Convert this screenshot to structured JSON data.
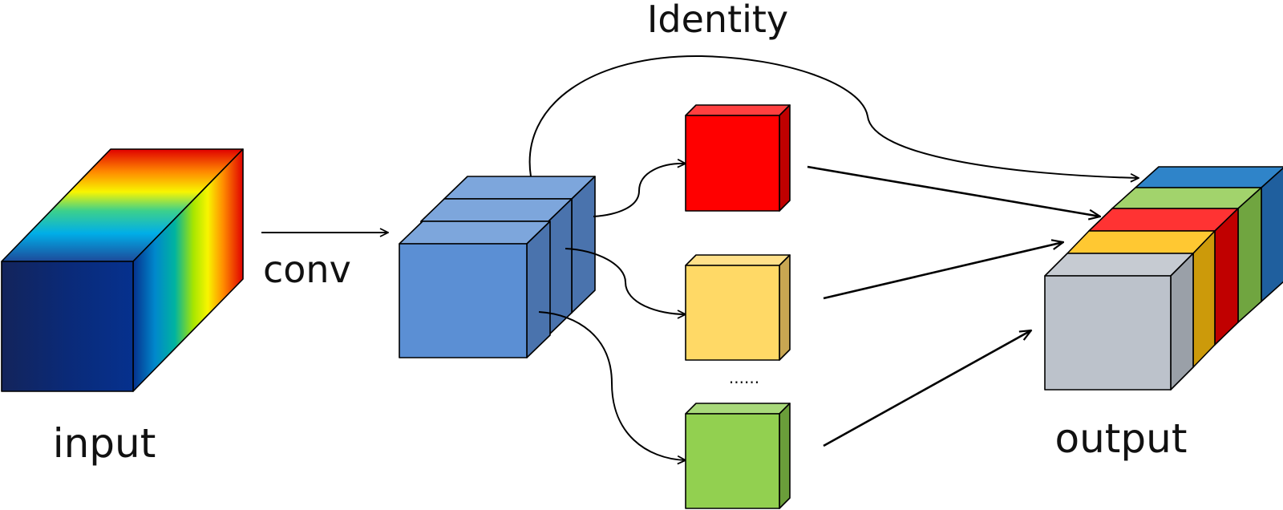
{
  "labels": {
    "input": "input",
    "conv": "conv",
    "identity": "Identity",
    "output": "output",
    "ellipsis": "......"
  },
  "colors": {
    "input_gradient": [
      "#13245b",
      "#06318e",
      "#00a8e1",
      "#f8f500",
      "#e00000"
    ],
    "conv_front": "#5b8fd4",
    "conv_top": "#7da6dc",
    "conv_side": "#4a73ad",
    "branch_red": "#ff0000",
    "branch_yellow": "#ffd966",
    "branch_green": "#92d050",
    "output_gray": "#bcc2cb",
    "output_yellow": "#ffc832",
    "output_red": "#ff3333",
    "output_green": "#a2d36c",
    "output_blue": "#2f84c9"
  }
}
